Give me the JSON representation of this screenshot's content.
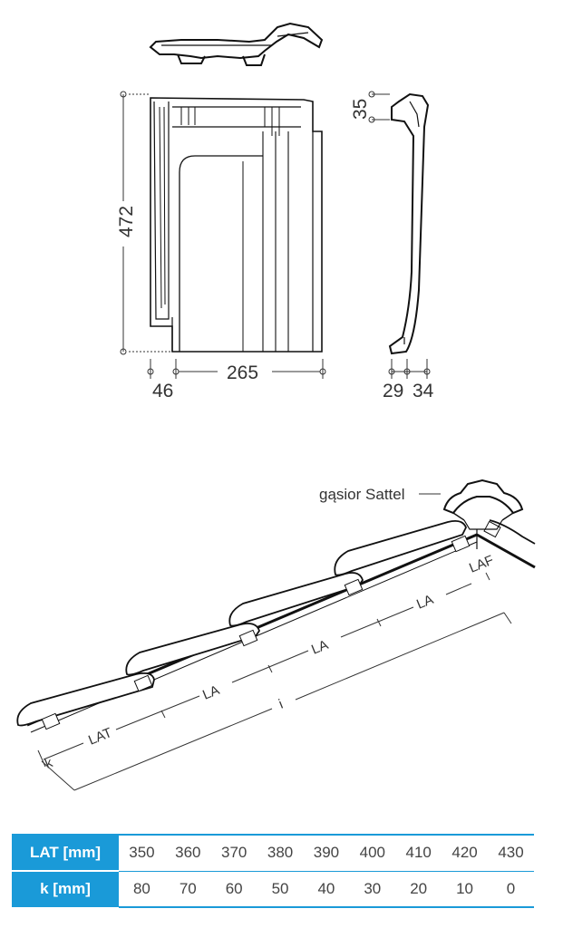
{
  "tile_dimensions": {
    "height": "472",
    "width": "265",
    "left_margin": "46",
    "top_lip": "35",
    "profile_a": "29",
    "profile_b": "34"
  },
  "roof_section": {
    "ridge_label": "gąsior Sattel",
    "lat_label": "LAT",
    "la_label": "LA",
    "laf_label": "LAF",
    "k_label": "k",
    "i_label": "i"
  },
  "table": {
    "rows": [
      {
        "header": "LAT [mm]",
        "values": [
          "350",
          "360",
          "370",
          "380",
          "390",
          "400",
          "410",
          "420",
          "430"
        ]
      },
      {
        "header": "k [mm]",
        "values": [
          "80",
          "70",
          "60",
          "50",
          "40",
          "30",
          "20",
          "10",
          "0"
        ]
      }
    ]
  }
}
